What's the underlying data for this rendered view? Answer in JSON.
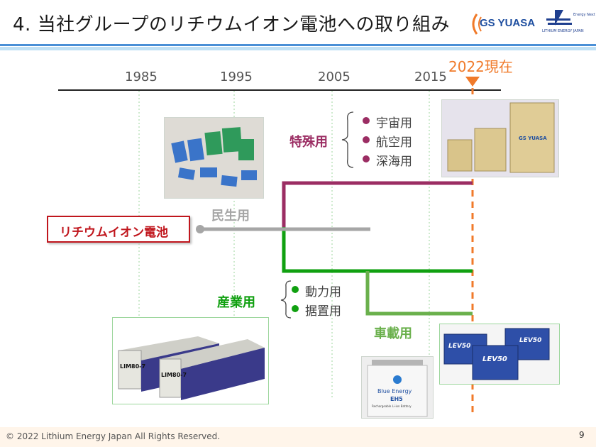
{
  "header": {
    "title": "4. 当社グループのリチウムイオン電池への取り組み",
    "brand_gs": "GS YUASA",
    "brand_lej": "LITHIUM ENERGY JAPAN",
    "brand_lej_tag": "Energy Next"
  },
  "timeline": {
    "years": [
      "1985",
      "1995",
      "2005",
      "2015"
    ],
    "now_label": "2022現在"
  },
  "labels": {
    "main": "リチウムイオン電池",
    "consumer": "民生用",
    "special": "特殊用",
    "industrial": "産業用",
    "automotive": "車載用"
  },
  "special_items": [
    "宇宙用",
    "航空用",
    "深海用"
  ],
  "industrial_items": [
    "動力用",
    "据置用"
  ],
  "photos": {
    "lim_labels": [
      "LIM80-7",
      "LIM80-7"
    ],
    "blue_energy": "Blue Energy",
    "eh5": "EH5",
    "eh5_sub": "Rechargeable Li-ion Battery",
    "lev_labels": [
      "LEV50",
      "LEV50",
      "LEV50"
    ],
    "space_brand": "GS YUASA"
  },
  "colors": {
    "special": "#9b2d63",
    "industrial": "#10a010",
    "automotive": "#6ab04c",
    "consumer": "#a6a6a6",
    "now": "#f07a2a",
    "main_box": "#c0161d"
  },
  "footer": {
    "copyright": "© 2022 Lithium Energy Japan All Rights Reserved.",
    "page": "9"
  }
}
